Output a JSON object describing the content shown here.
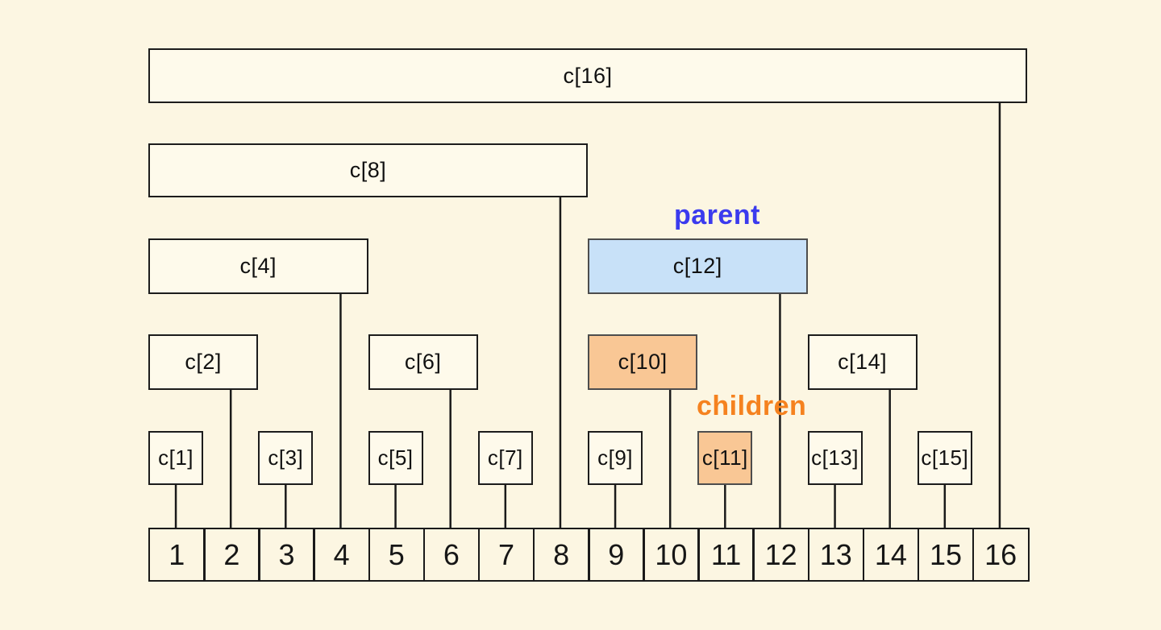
{
  "diagram_title": "fenwick-tree-structure",
  "colors": {
    "background": "#FCF6E2",
    "node_fill": "#FEFAEB",
    "parent_fill": "#C8E1F8",
    "child_fill": "#F9C795",
    "line": "#1a1a1a",
    "parent_label": "#3B3BEE",
    "children_label": "#F5821F"
  },
  "tree": {
    "nodes": [
      {
        "label": "c[1]",
        "span_start": 1,
        "span_end": 1,
        "highlight": "none"
      },
      {
        "label": "c[2]",
        "span_start": 1,
        "span_end": 2,
        "highlight": "none"
      },
      {
        "label": "c[3]",
        "span_start": 3,
        "span_end": 3,
        "highlight": "none"
      },
      {
        "label": "c[4]",
        "span_start": 1,
        "span_end": 4,
        "highlight": "none"
      },
      {
        "label": "c[5]",
        "span_start": 5,
        "span_end": 5,
        "highlight": "none"
      },
      {
        "label": "c[6]",
        "span_start": 5,
        "span_end": 6,
        "highlight": "none"
      },
      {
        "label": "c[7]",
        "span_start": 7,
        "span_end": 7,
        "highlight": "none"
      },
      {
        "label": "c[8]",
        "span_start": 1,
        "span_end": 8,
        "highlight": "none"
      },
      {
        "label": "c[9]",
        "span_start": 9,
        "span_end": 9,
        "highlight": "none"
      },
      {
        "label": "c[10]",
        "span_start": 9,
        "span_end": 10,
        "highlight": "child"
      },
      {
        "label": "c[11]",
        "span_start": 11,
        "span_end": 11,
        "highlight": "child"
      },
      {
        "label": "c[12]",
        "span_start": 9,
        "span_end": 12,
        "highlight": "parent"
      },
      {
        "label": "c[13]",
        "span_start": 13,
        "span_end": 13,
        "highlight": "none"
      },
      {
        "label": "c[14]",
        "span_start": 13,
        "span_end": 14,
        "highlight": "none"
      },
      {
        "label": "c[15]",
        "span_start": 15,
        "span_end": 15,
        "highlight": "none"
      },
      {
        "label": "c[16]",
        "span_start": 1,
        "span_end": 16,
        "highlight": "none"
      }
    ],
    "cells": [
      "1",
      "2",
      "3",
      "4",
      "5",
      "6",
      "7",
      "8",
      "9",
      "10",
      "11",
      "12",
      "13",
      "14",
      "15",
      "16"
    ]
  },
  "annotations": {
    "parent": {
      "text": "parent"
    },
    "children": {
      "text": "children"
    }
  }
}
